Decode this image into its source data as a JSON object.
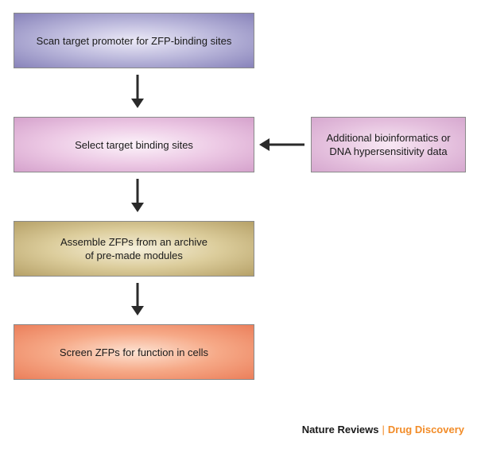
{
  "flowchart": {
    "steps": [
      {
        "lines": [
          "Scan target promoter for ZFP-binding sites"
        ]
      },
      {
        "lines": [
          "Select target binding sites"
        ]
      },
      {
        "lines": [
          "Assemble ZFPs from an archive",
          "of pre-made modules"
        ]
      },
      {
        "lines": [
          "Screen ZFPs for function in cells"
        ]
      }
    ],
    "side_input": {
      "lines": [
        "Additional bioinformatics or",
        "DNA hypersensitivity data"
      ]
    }
  },
  "footer": {
    "journal": "Nature Reviews",
    "separator": "|",
    "section": "Drug Discovery"
  },
  "colors": {
    "arrow": "#2a2a2a",
    "footer_accent": "#f28c28"
  }
}
